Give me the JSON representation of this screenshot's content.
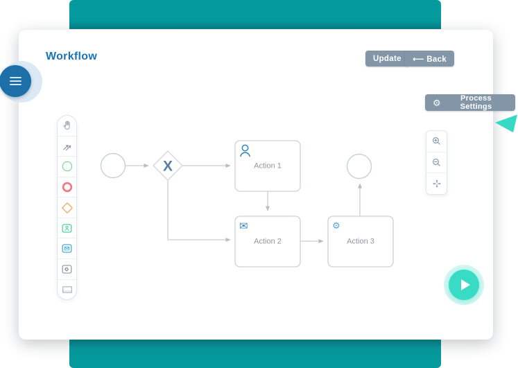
{
  "colors": {
    "accent_teal": "#05989B",
    "title_blue": "#1A73B8",
    "button_slate": "#8296A8",
    "menu_blue": "#1D6FA8",
    "play_teal": "#38DCC5",
    "node_border": "#CCD2D9",
    "connector_grey": "#C8CDD4",
    "node_icon_blue": "#3E86C0",
    "gateway_x_color": "#5B7FA3"
  },
  "header": {
    "title": "Workflow",
    "update_label": "Update",
    "back_label": "⟵ Back"
  },
  "toolbar": {
    "process_settings_label": "Process Settings",
    "gear_glyph": "⚙"
  },
  "menu": {
    "icon": "hamburger-icon"
  },
  "palette": {
    "items": [
      {
        "icon": "hand-tool-icon"
      },
      {
        "icon": "connect-tool-icon"
      },
      {
        "icon": "start-event-icon"
      },
      {
        "icon": "end-event-icon"
      },
      {
        "icon": "gateway-icon"
      },
      {
        "icon": "user-task-icon"
      },
      {
        "icon": "message-task-icon"
      },
      {
        "icon": "service-task-icon"
      },
      {
        "icon": "lane-icon"
      }
    ]
  },
  "diagram": {
    "gateway_label": "X",
    "envelope_glyph": "✉",
    "gear_glyph": "⚙",
    "nodes": [
      {
        "label": "Action 1",
        "icon": "user-icon"
      },
      {
        "label": "Action 2",
        "icon": "envelope-icon"
      },
      {
        "label": "Action 3",
        "icon": "gear-icon"
      }
    ]
  },
  "zoom_controls": {
    "items": [
      {
        "icon": "zoom-in-icon"
      },
      {
        "icon": "zoom-out-icon"
      },
      {
        "icon": "fit-viewport-icon"
      }
    ]
  },
  "player": {
    "icon": "play-icon"
  }
}
